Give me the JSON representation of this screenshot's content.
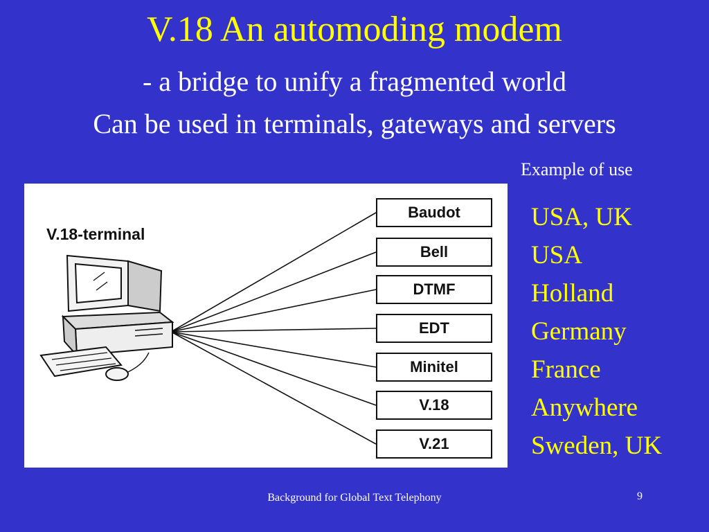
{
  "slide": {
    "title": "V.18 An automoding modem",
    "subtitle_line1": "- a bridge to unify a fragmented world",
    "subtitle_line2": "Can be used in terminals, gateways and servers",
    "example_label": "Example of use"
  },
  "diagram": {
    "terminal_label": "V.18-terminal",
    "protocols": [
      "Baudot",
      "Bell",
      "DTMF",
      "EDT",
      "Minitel",
      "V.18",
      "V.21"
    ]
  },
  "countries": [
    "USA, UK",
    "USA",
    "Holland",
    "Germany",
    "France",
    "Anywhere",
    "Sweden, UK"
  ],
  "footer": {
    "text": "Background for Global Text Telephony",
    "page_number": "9"
  },
  "colors": {
    "background": "#3333cc",
    "title": "#ffff00",
    "subtitle": "#ffffff",
    "countries": "#ffff00"
  }
}
